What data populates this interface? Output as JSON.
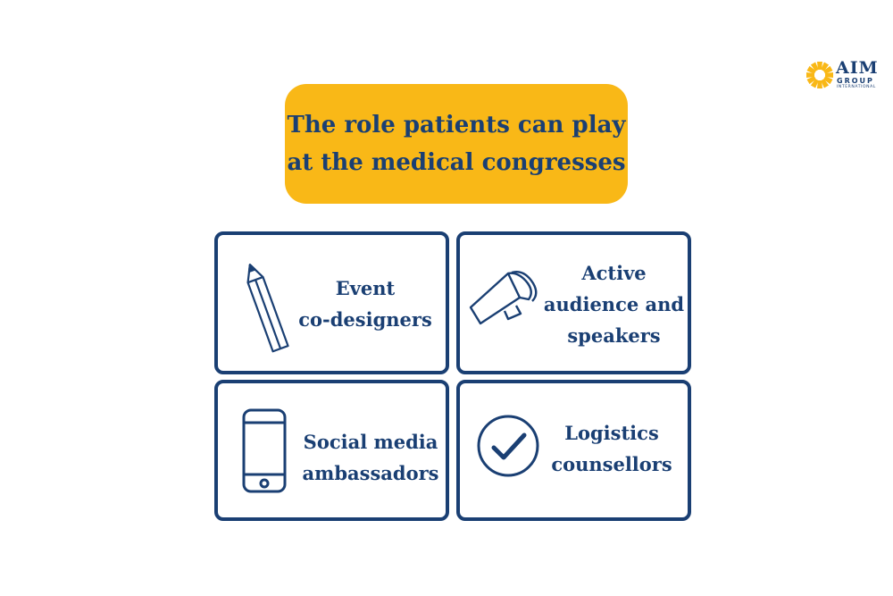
{
  "logo": {
    "name": "AIM",
    "group": "GROUP",
    "subtitle": "INTERNATIONAL",
    "icon": "sunburst-logo-icon"
  },
  "title": {
    "line1": "The role patients can play",
    "line2": "at the medical congresses"
  },
  "colors": {
    "navy": "#1a3f73",
    "yellow": "#f9b817",
    "background": "#ffffff"
  },
  "cards": [
    {
      "icon": "pencil-icon",
      "lines": [
        "Event",
        "co-designers"
      ]
    },
    {
      "icon": "megaphone-icon",
      "lines": [
        "Active",
        "audience and",
        "speakers"
      ]
    },
    {
      "icon": "smartphone-icon",
      "lines": [
        "Social media",
        "ambassadors"
      ]
    },
    {
      "icon": "checkmark-circle-icon",
      "lines": [
        "Logistics",
        "counsellors"
      ]
    }
  ]
}
